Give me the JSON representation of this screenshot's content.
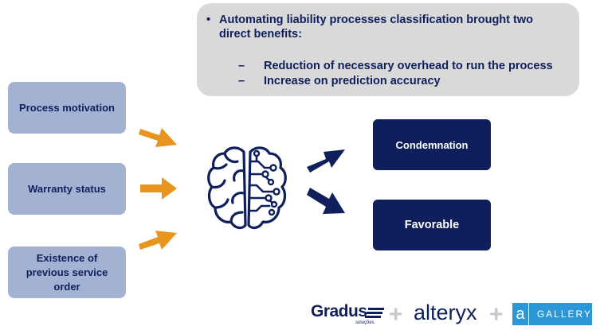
{
  "callout": {
    "bullet_symbol": "•",
    "heading": "Automating liability processes classification brought two direct benefits:",
    "dash_symbol": "–",
    "benefits": [
      "Reduction of necessary overhead to run the process",
      "Increase on prediction accuracy"
    ]
  },
  "inputs": [
    "Process motivation",
    "Warranty status",
    "Existence of previous service order"
  ],
  "outputs": [
    "Condemnation",
    "Favorable"
  ],
  "logos": {
    "gradus": "Gradus",
    "gradus_sub": "soluções",
    "plus": "+",
    "alteryx": "alteryx",
    "gallery_mark": "a",
    "gallery": "GALLERY"
  },
  "colors": {
    "navy": "#0e1f5b",
    "input_fill": "#a3b2d3",
    "callout_fill": "#d9d9d9",
    "arrow_orange": "#e8951f",
    "gallery_blue": "#2d97d6"
  },
  "icons": [
    "brain-circuit-icon",
    "orange-arrow-icon",
    "navy-arrow-icon"
  ]
}
